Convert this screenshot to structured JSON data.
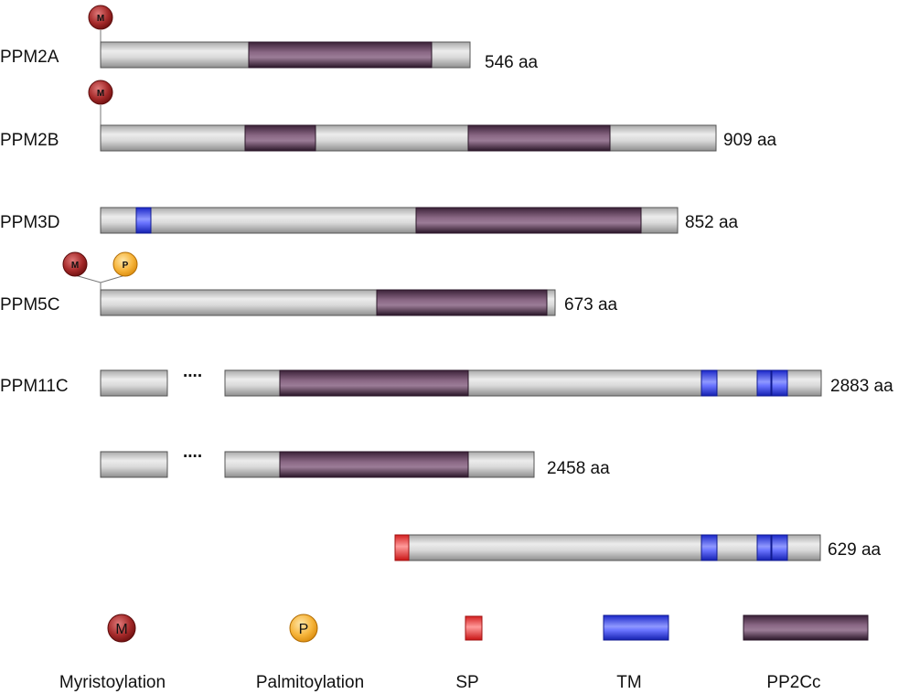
{
  "proteins": [
    {
      "name": "PPM2A",
      "length_label": "546 aa"
    },
    {
      "name": "PPM2B",
      "length_label": "909 aa"
    },
    {
      "name": "PPM3D",
      "length_label": "852 aa"
    },
    {
      "name": "PPM5C",
      "length_label": "673 aa"
    },
    {
      "name": "PPM11C",
      "isoforms": [
        {
          "length_label": "2883 aa",
          "gap_marker": "...."
        },
        {
          "length_label": "2458 aa",
          "gap_marker": "...."
        },
        {
          "length_label": "629 aa"
        }
      ]
    }
  ],
  "modifications": {
    "myristoylation_letter": "M",
    "palmitoylation_letter": "P"
  },
  "legend": [
    {
      "label": "Myristoylation",
      "symbol": "M"
    },
    {
      "label": "Palmitoylation",
      "symbol": "P"
    },
    {
      "label": "SP"
    },
    {
      "label": "TM"
    },
    {
      "label": "PP2Cc"
    }
  ],
  "colors": {
    "backbone": "#d4d4d4",
    "pp2cc": "#6e4a68",
    "tm": "#3340ee",
    "sp": "#ee3a3a",
    "myristoylation": "#8a1a1a",
    "palmitoylation": "#f3a81c"
  }
}
